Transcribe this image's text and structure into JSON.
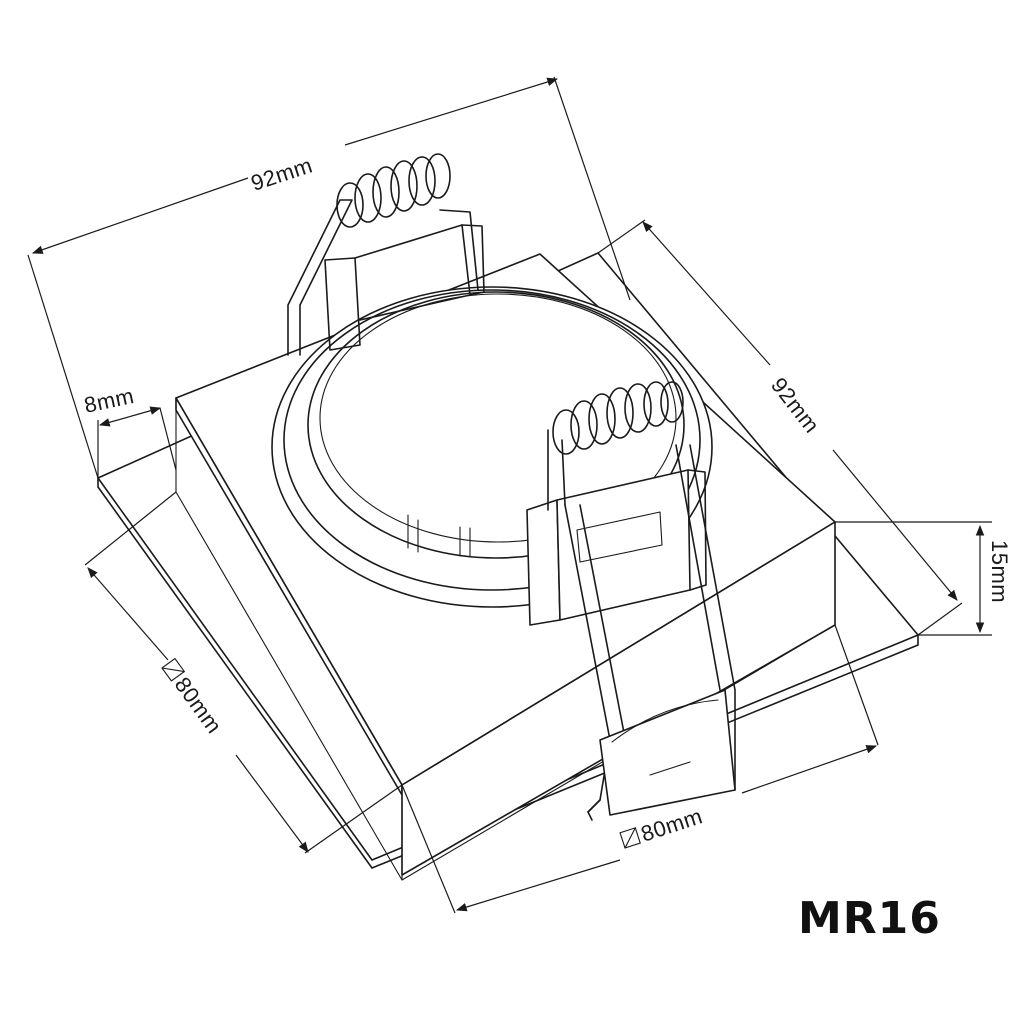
{
  "model": "MR16",
  "dimensions": {
    "top_width": "92mm",
    "top_depth": "92mm",
    "flange": "8mm",
    "height": "15mm",
    "cutout_left": "80mm",
    "cutout_bottom": "80mm"
  },
  "cutout_symbol": "square-cutout-icon"
}
